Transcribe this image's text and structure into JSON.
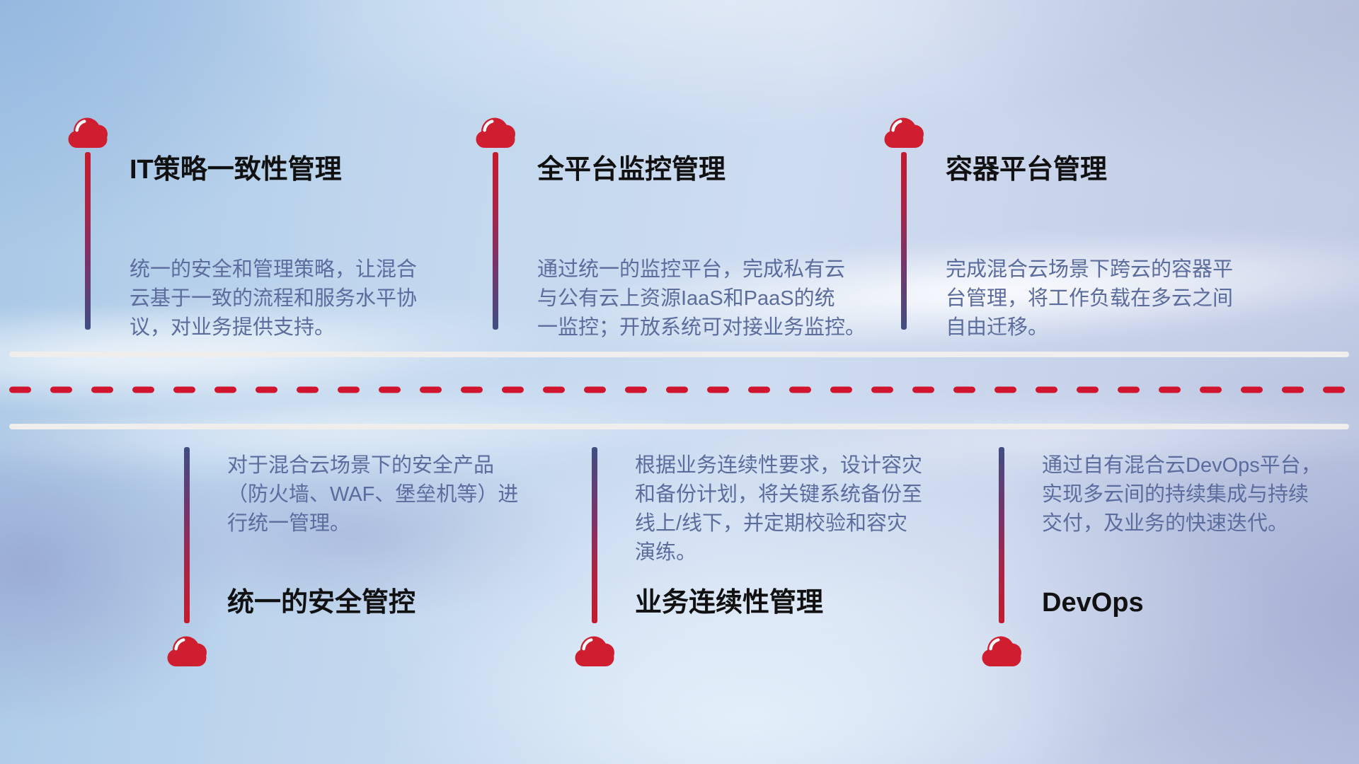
{
  "slide": {
    "items": [
      {
        "title": "IT策略一致性管理",
        "description": "统一的安全和管理策略，让混合\n云基于一致的流程和服务水平协\n议，对业务提供支持。"
      },
      {
        "title": "全平台监控管理",
        "description": "通过统一的监控平台，完成私有云\n与公有云上资源IaaS和PaaS的统\n一监控；开放系统可对接业务监控。"
      },
      {
        "title": "容器平台管理",
        "description": "完成混合云场景下跨云的容器平\n台管理，将工作负载在多云之间\n自由迁移。"
      },
      {
        "title": "统一的安全管控",
        "description": "对于混合云场景下的安全产品\n（防火墙、WAF、堡垒机等）进\n行统一管理。"
      },
      {
        "title": "业务连续性管理",
        "description": "根据业务连续性要求，设计容灾\n和备份计划，将关键系统备份至\n线上/线下，并定期校验和容灾\n演练。"
      },
      {
        "title": "DevOps",
        "description": "通过自有混合云DevOps平台，\n实现多云间的持续集成与持续\n交付，及业务的快速迭代。"
      }
    ],
    "colors": {
      "accent-red": "#cf1e2f",
      "dash-red": "#d2152e",
      "stem-red": "#c41b2c",
      "stem-mid1": "#ab2444",
      "stem-mid2": "#78336a",
      "stem-navy": "#3f4e82",
      "title-text": "#111111",
      "body-text": "#5b6c9d",
      "separator-white": "#efeeec",
      "cloud-highlight": "#ffffff"
    }
  }
}
